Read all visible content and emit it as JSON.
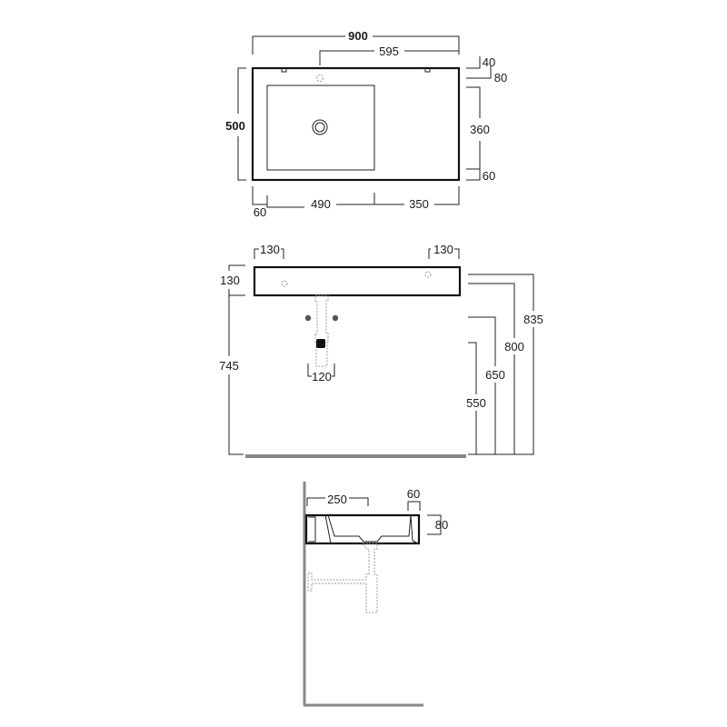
{
  "top_view": {
    "overall_width": "900",
    "tap_offset": "595",
    "dim_40": "40",
    "dim_80": "80",
    "overall_depth": "500",
    "basin_depth": "360",
    "front_rim": "60",
    "left_rim": "60",
    "basin_width": "490",
    "shelf_width": "350"
  },
  "front_view": {
    "left_bracket_offset": "130",
    "right_bracket_offset": "130",
    "basin_height": "130",
    "bottom_height": "745",
    "trap_width": "120",
    "top_height": "835",
    "rim_height": "800",
    "supply_height": "650",
    "waste_height": "550"
  },
  "side_view": {
    "basin_depth": "250",
    "rim_thickness": "60",
    "height": "80"
  }
}
